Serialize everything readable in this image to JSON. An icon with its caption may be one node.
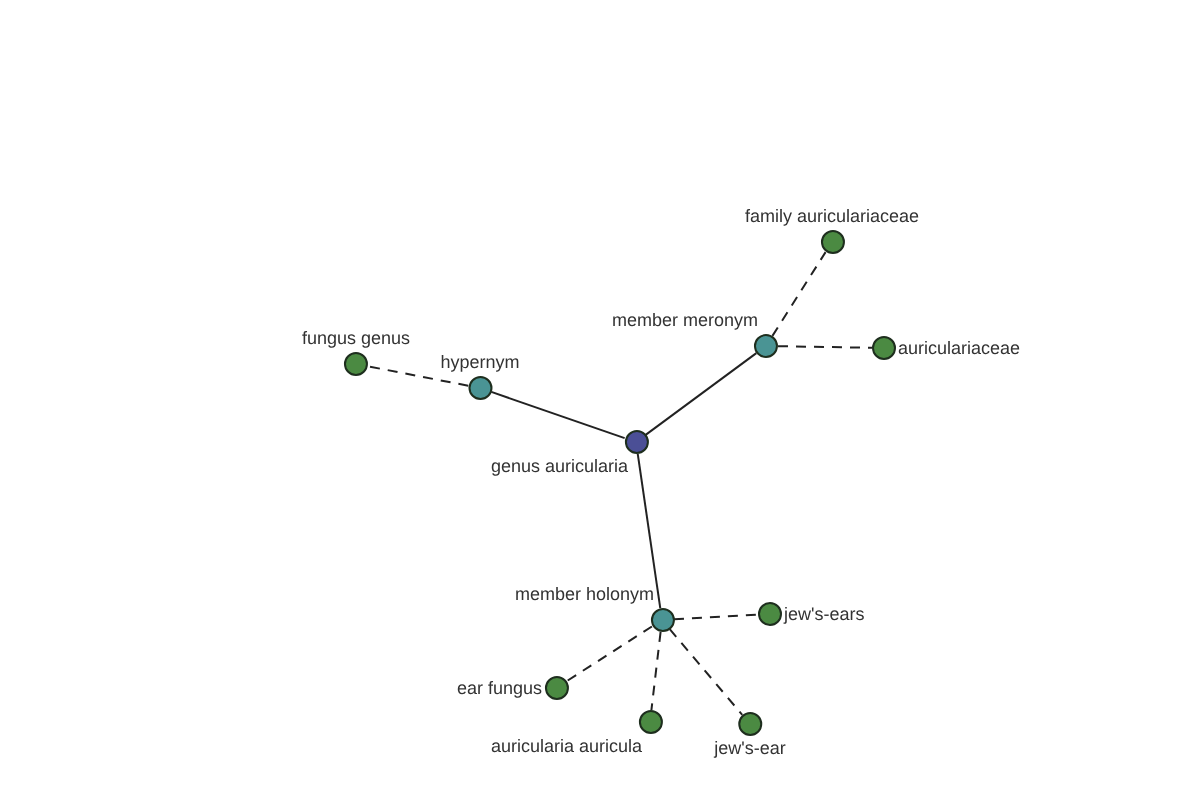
{
  "diagram": {
    "nodes": [
      {
        "text": [
          "genus auricularia"
        ]
      },
      {
        "text": [
          "hypernym"
        ]
      },
      {
        "text": [
          "member meronym"
        ]
      },
      {
        "text": [
          "member holonym"
        ]
      },
      {
        "text": [
          "fungus genus"
        ]
      },
      {
        "text": [
          "family auriculariaceae"
        ]
      },
      {
        "text": [
          "auriculariaceae"
        ]
      },
      {
        "text": [
          "jew's-ears"
        ]
      },
      {
        "text": [
          "ear fungus"
        ]
      },
      {
        "text": [
          "auricularia auricula"
        ]
      },
      {
        "text": [
          "jew's-ear"
        ]
      }
    ],
    "edges": [
      {
        "from": 0,
        "to": 1,
        "arrow": "none"
      },
      {
        "from": 0,
        "to": 2,
        "arrow": "none"
      },
      {
        "from": 0,
        "to": 3,
        "arrow": "none"
      },
      {
        "from": 1,
        "to": 4,
        "arrow": "none",
        "style": "dashed"
      },
      {
        "from": 2,
        "to": 5,
        "arrow": "none",
        "style": "dashed"
      },
      {
        "from": 2,
        "to": 6,
        "arrow": "none",
        "style": "dashed"
      },
      {
        "from": 3,
        "to": 7,
        "arrow": "none",
        "style": "dashed"
      },
      {
        "from": 3,
        "to": 8,
        "arrow": "none",
        "style": "dashed"
      },
      {
        "from": 3,
        "to": 9,
        "arrow": "none",
        "style": "dashed"
      },
      {
        "from": 3,
        "to": 10,
        "arrow": "none",
        "style": "dashed"
      }
    ]
  }
}
